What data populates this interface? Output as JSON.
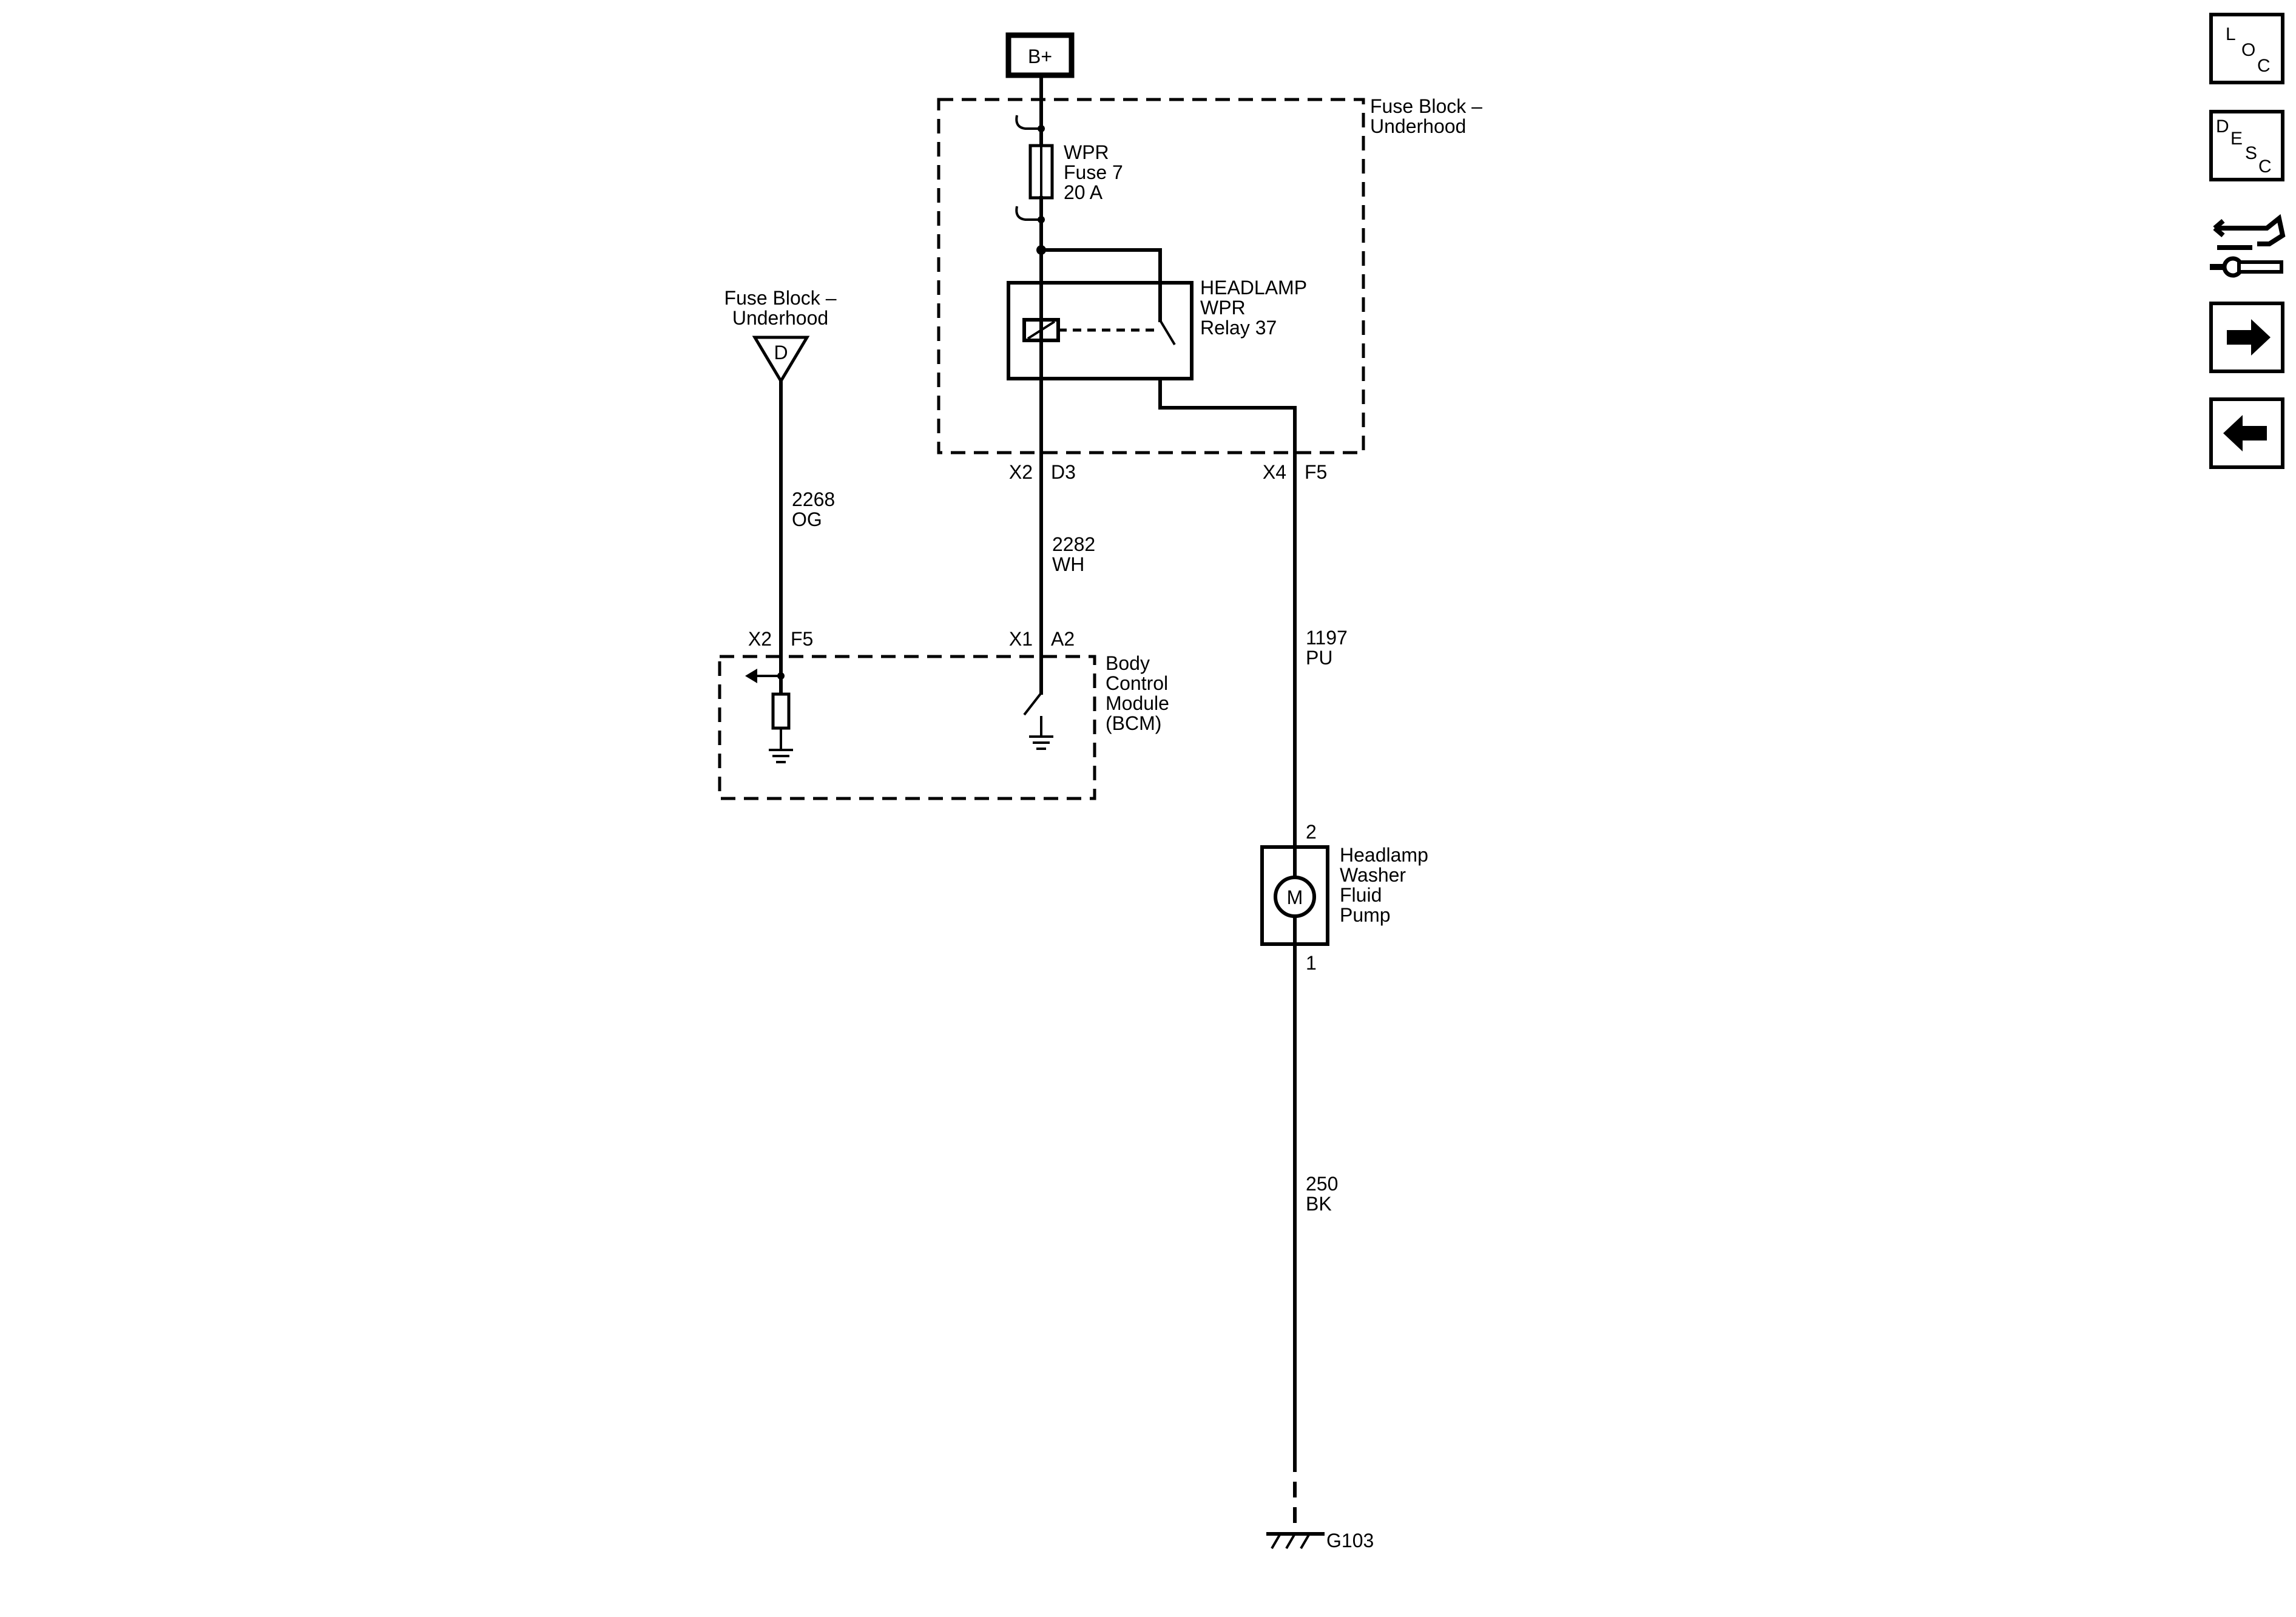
{
  "battery": {
    "label": "B+"
  },
  "fuse_block_underhood": {
    "title_line1": "Fuse Block –",
    "title_line2": "Underhood"
  },
  "fuse": {
    "line1": "WPR",
    "line2": "Fuse 7",
    "line3": "20 A"
  },
  "relay": {
    "line1": "HEADLAMP",
    "line2": "WPR",
    "line3": "Relay 37"
  },
  "connectors": {
    "fb_x2": "X2",
    "fb_d3": "D3",
    "fb_x4": "X4",
    "fb_f5": "F5",
    "bcm_x2": "X2",
    "bcm_f5": "F5",
    "bcm_x1": "X1",
    "bcm_a2": "A2"
  },
  "fuse_block_ref": {
    "title_line1": "Fuse Block –",
    "title_line2": "Underhood",
    "symbol_letter": "D"
  },
  "wires": [
    {
      "circuit": "2268",
      "color": "OG"
    },
    {
      "circuit": "2282",
      "color": "WH"
    },
    {
      "circuit": "1197",
      "color": "PU"
    },
    {
      "circuit": "250",
      "color": "BK"
    }
  ],
  "bcm": {
    "line1": "Body",
    "line2": "Control",
    "line3": "Module",
    "line4": "(BCM)"
  },
  "pump": {
    "line1": "Headlamp",
    "line2": "Washer",
    "line3": "Fluid",
    "line4": "Pump",
    "motor_symbol": "M",
    "pin_top": "2",
    "pin_bottom": "1"
  },
  "ground": {
    "label": "G103"
  },
  "nav": {
    "loc": {
      "l": "L",
      "o": "O",
      "c": "C",
      "icon": "location-icon"
    },
    "desc": {
      "d": "D",
      "e": "E",
      "s": "S",
      "c": "C",
      "icon": "description-icon"
    },
    "connector_icon": "connector-wrench-icon",
    "next_icon": "arrow-right-icon",
    "prev_icon": "arrow-left-icon"
  }
}
